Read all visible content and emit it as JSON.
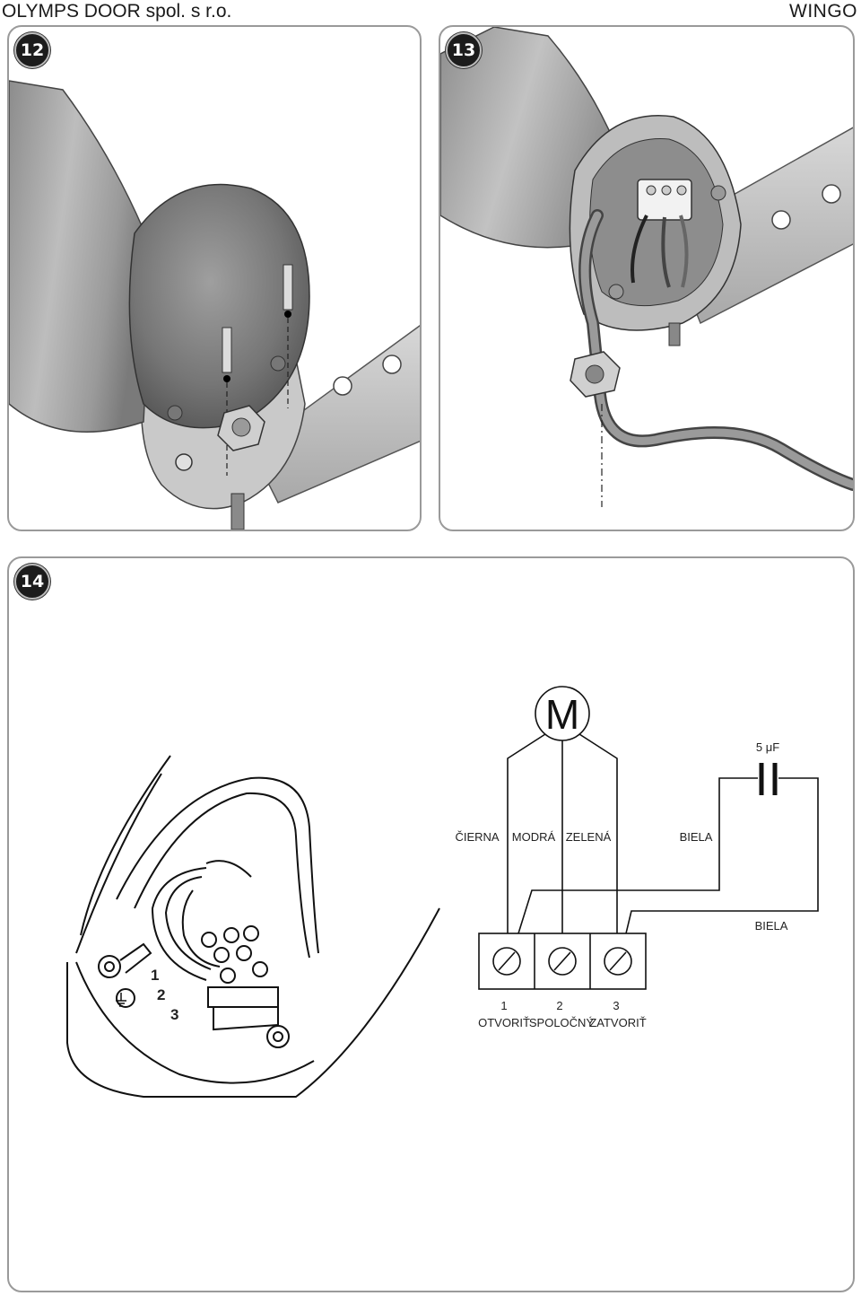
{
  "header": {
    "company": "OLYMPS DOOR spol. s r.o.",
    "product": "WINGO"
  },
  "figures": [
    {
      "number": "12"
    },
    {
      "number": "13"
    },
    {
      "number": "14"
    }
  ],
  "diagram": {
    "motor_symbol": "M",
    "capacitor_value": "5 μF",
    "wires": {
      "black": "ČIERNA",
      "blue": "MODRÁ",
      "green": "ZELENÁ",
      "white_top": "BIELA",
      "white_right": "BIELA"
    },
    "terminals": [
      {
        "number": "1",
        "label": "OTVORIŤ"
      },
      {
        "number": "2",
        "label": "SPOLOČNÝ"
      },
      {
        "number": "3",
        "label": "ZATVORIŤ"
      }
    ],
    "sketch_terminal_numbers": [
      "1",
      "2",
      "3"
    ]
  }
}
